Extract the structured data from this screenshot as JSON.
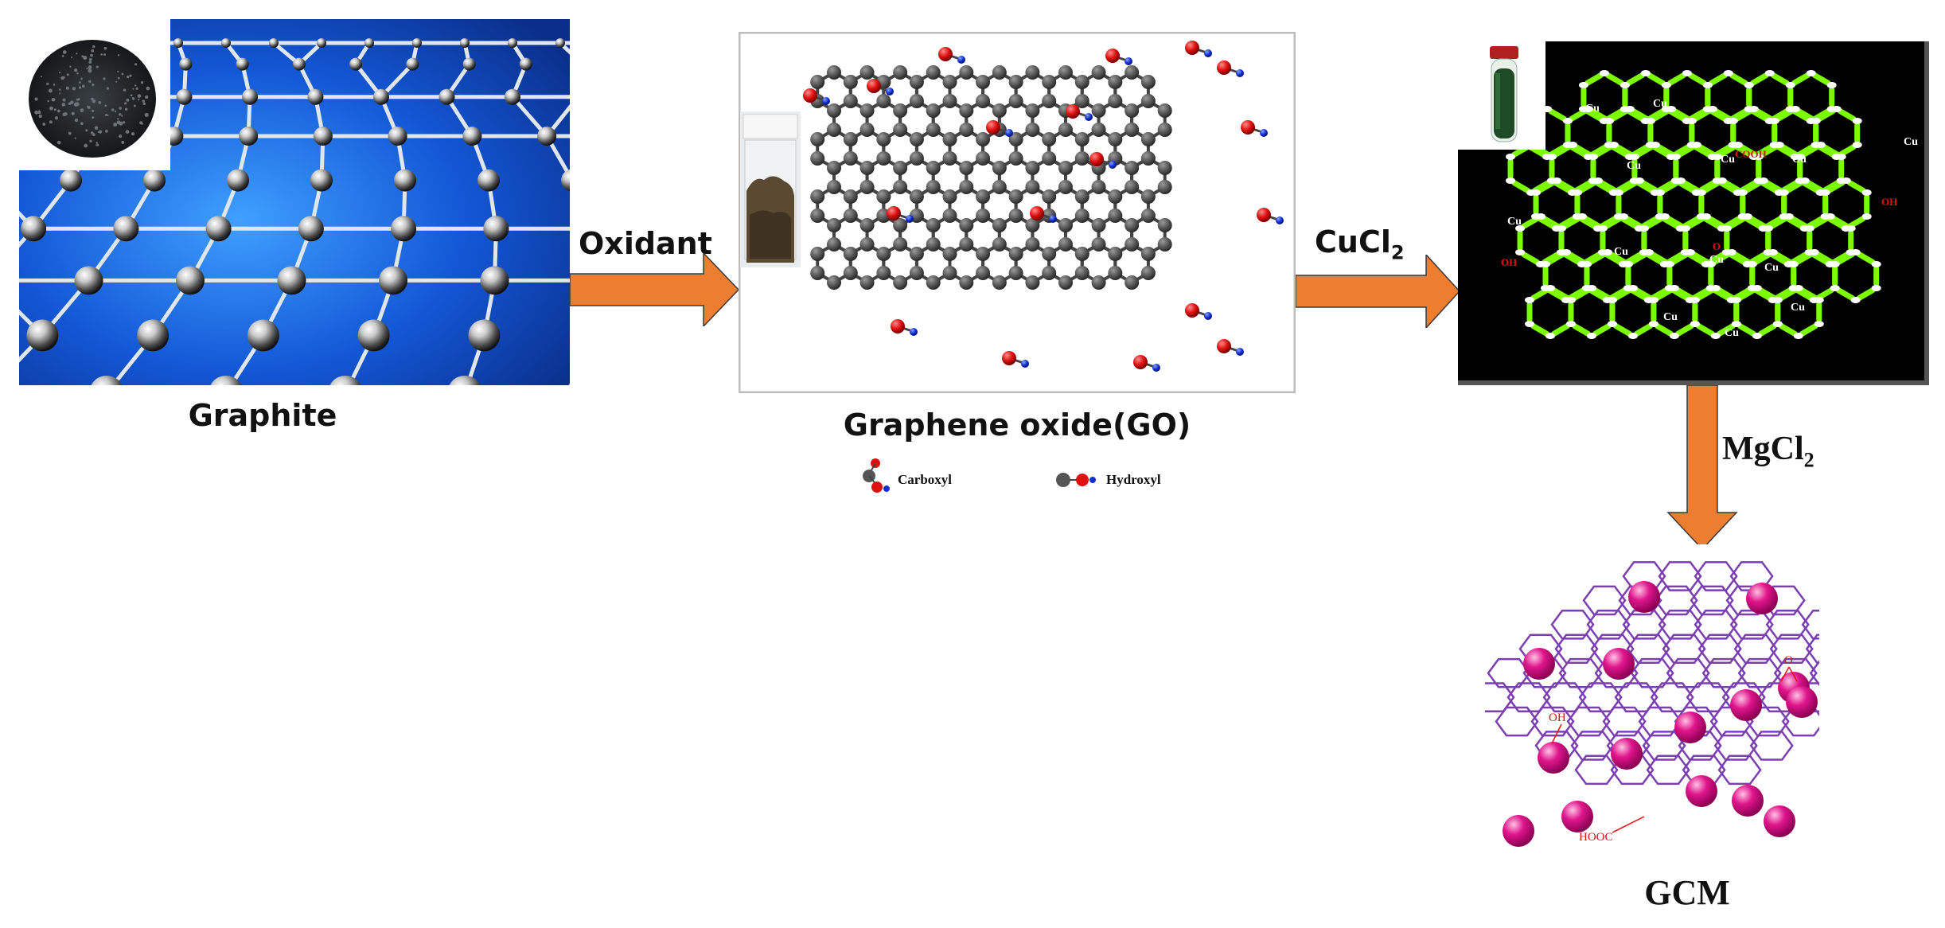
{
  "stages": {
    "graphite": {
      "label": "Graphite"
    },
    "go": {
      "label": "Graphene oxide(GO)"
    },
    "gcm": {
      "label": "GCM"
    }
  },
  "arrows": {
    "oxidant": {
      "label": "Oxidant"
    },
    "cucl2": {
      "label_main": "CuCl",
      "label_sub": "2"
    },
    "mgcl2": {
      "label_main": "MgCl",
      "label_sub": "2"
    }
  },
  "legend": {
    "carboxyl": "Carboxyl",
    "hydroxyl": "Hydroxyl"
  },
  "cu_panel": {
    "cu_label": "Cu",
    "cooh_label": "COOH",
    "oh_label": "OH",
    "o_label": "O"
  },
  "gcm_panel": {
    "oh_label": "OH",
    "hooc_label": "HOOC",
    "o_label": "O"
  },
  "colors": {
    "arrow": "#ED7D31",
    "graphite_bg": "#1E5FD8",
    "cu_bond": "#7CFC00",
    "gcm_lattice": "#7B3FB0",
    "gcm_sphere": "#E0158C",
    "go_atom": "#555555",
    "oxygen": "#E01010",
    "hydrogen": "#1030D0"
  }
}
